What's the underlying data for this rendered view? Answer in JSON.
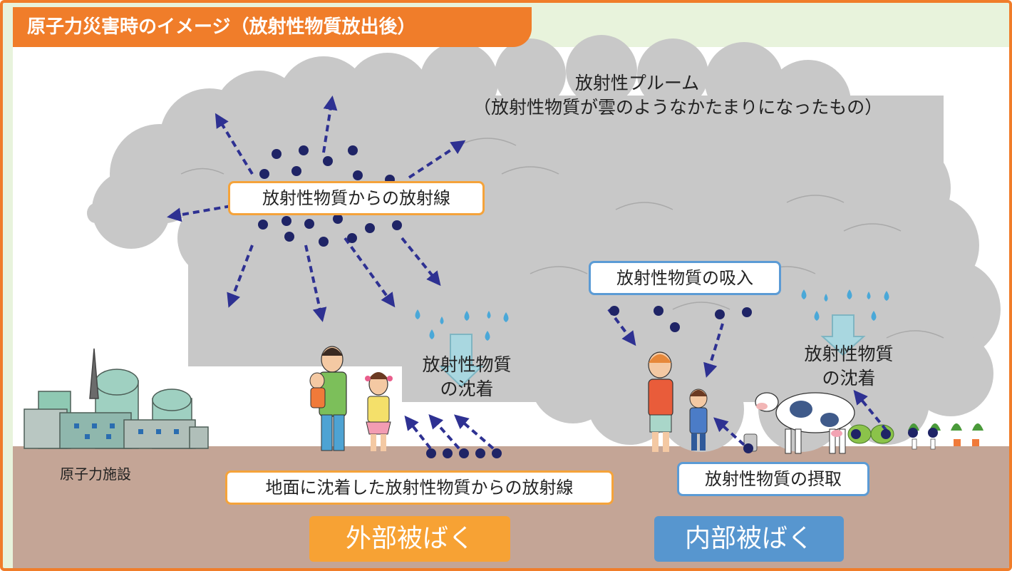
{
  "title": "原子力災害時のイメージ（放射性物質放出後）",
  "plume": {
    "line1": "放射性プルーム",
    "line2": "（放射性物質が雲のようなかたまりになったもの）"
  },
  "labels": {
    "radiation_from_material": "放射性物質からの放射線",
    "inhalation": "放射性物質の吸入",
    "ingestion": "放射性物質の摂取",
    "ground_radiation": "地面に沈着した放射性物質からの放射線",
    "deposition_1_line1": "放射性物質",
    "deposition_1_line2": "の沈着",
    "deposition_2_line1": "放射性物質",
    "deposition_2_line2": "の沈着",
    "facility": "原子力施設"
  },
  "categories": {
    "external": "外部被ばく",
    "internal": "内部被ばく"
  },
  "colors": {
    "title_bg": "#f07d2a",
    "frame_bg": "#e8f3dc",
    "ground": "#c4a596",
    "cloud": "#c8c8c8",
    "arrow": "#2e3192",
    "particle": "#1f2466",
    "external_btn": "#f7a234",
    "internal_btn": "#5796cf",
    "orange_border": "#f5a33a",
    "blue_border": "#5b9bd5",
    "raindrop": "#4aa8d8"
  }
}
